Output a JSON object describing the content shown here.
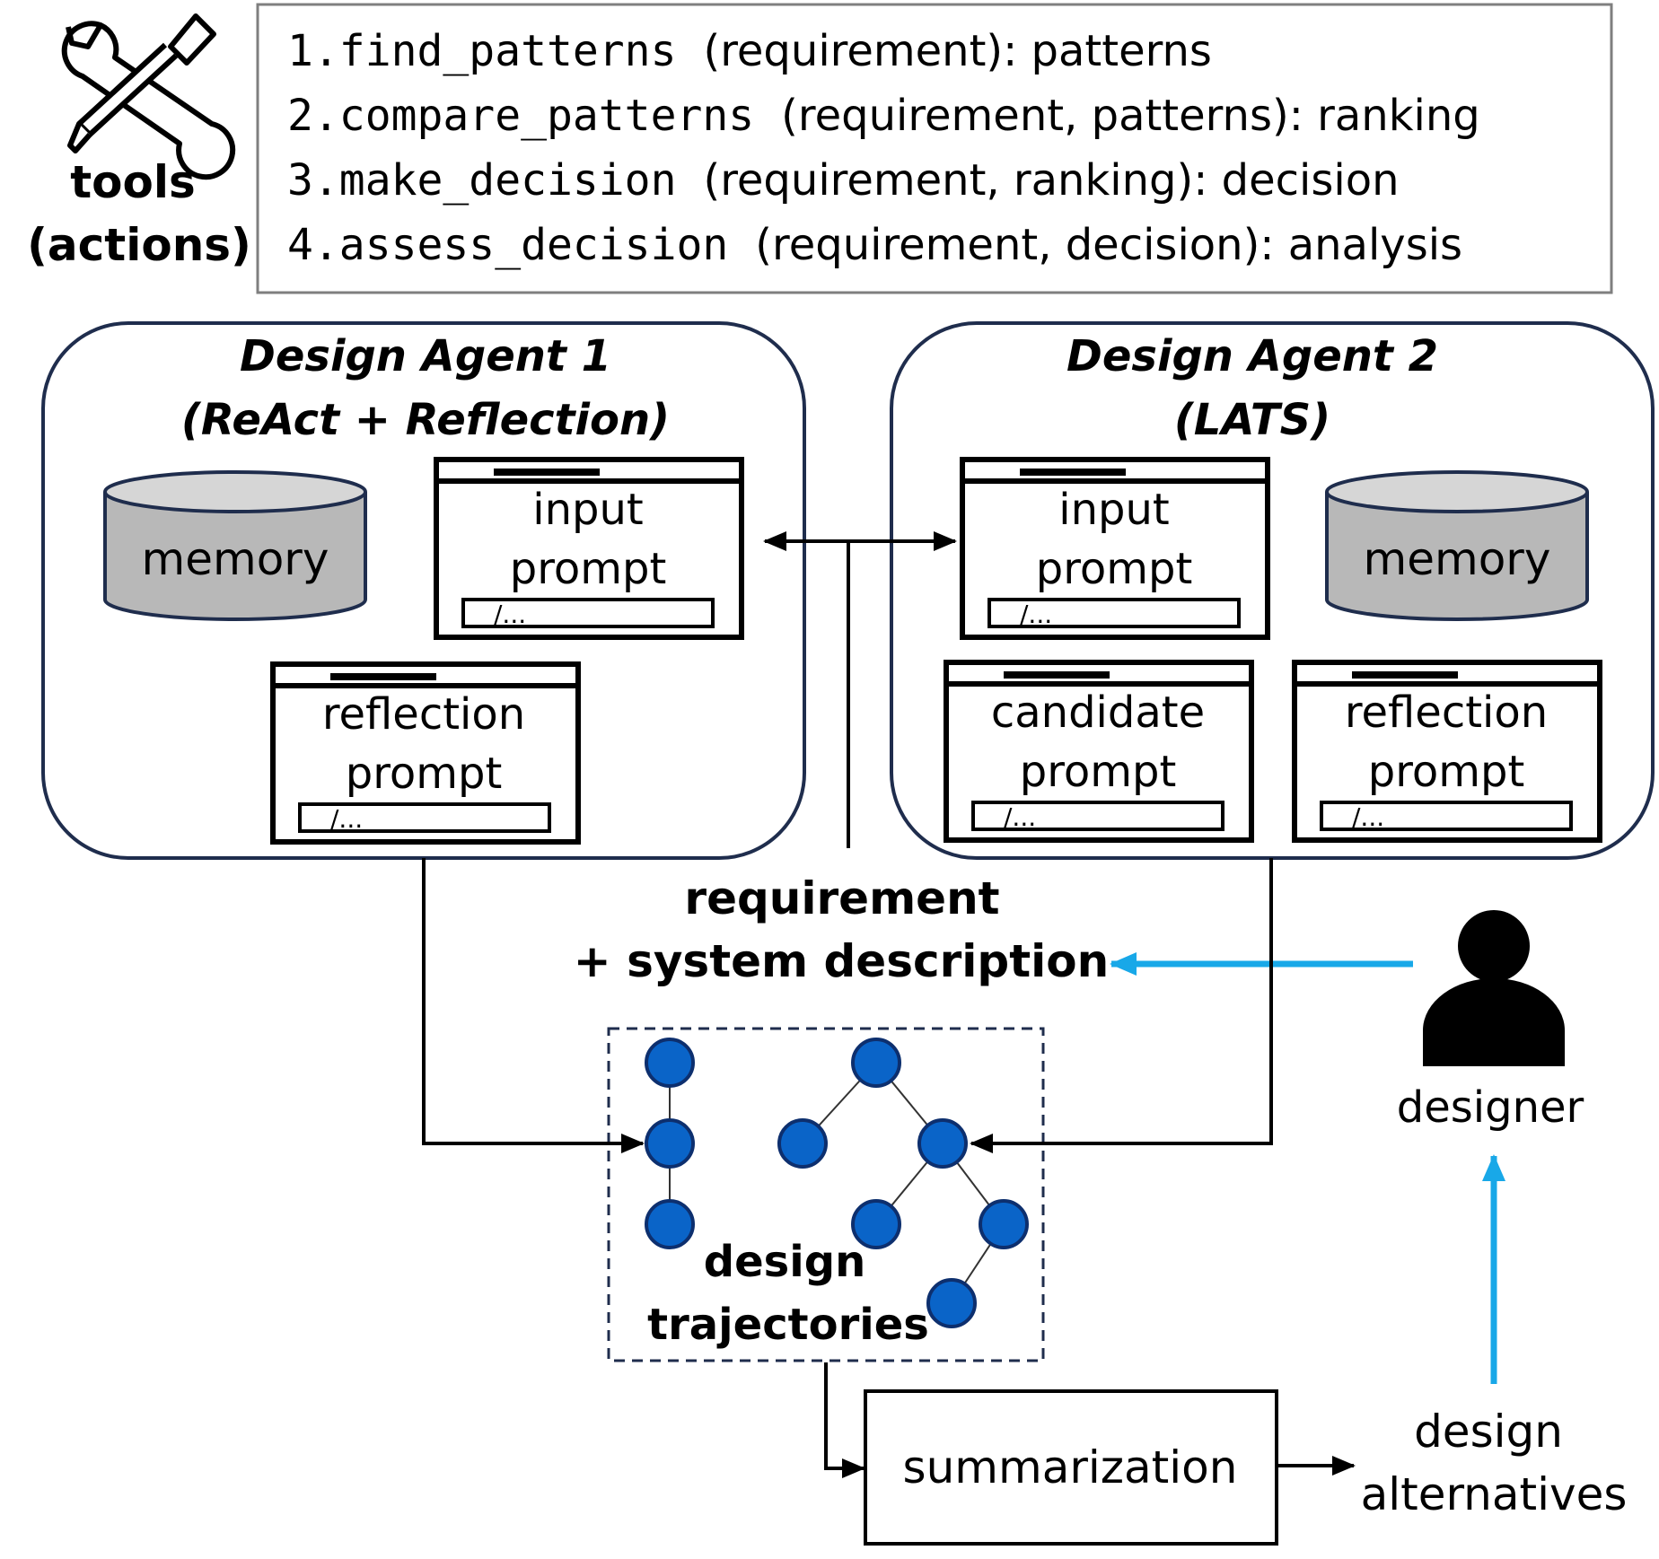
{
  "tools": {
    "icon": "wrench-screwdriver-icon",
    "label_line1": "tools",
    "label_line2": "(actions)",
    "items": [
      {
        "name": "1.find_patterns",
        "signature": "(requirement): patterns"
      },
      {
        "name": "2.compare_patterns",
        "signature": "(requirement, patterns): ranking"
      },
      {
        "name": "3.make_decision",
        "signature": "(requirement, ranking): decision"
      },
      {
        "name": "4.assess_decision",
        "signature": "(requirement, decision): analysis"
      }
    ]
  },
  "agent1": {
    "title_line1": "Design Agent 1",
    "title_line2": "(ReAct + Reflection)",
    "memory_label": "memory",
    "input_prompt": {
      "line1": "input",
      "line2": "prompt",
      "field": "/..."
    },
    "reflection_prompt": {
      "line1": "reflection",
      "line2": "prompt",
      "field": "/..."
    }
  },
  "agent2": {
    "title_line1": "Design Agent 2",
    "title_line2": "(LATS)",
    "memory_label": "memory",
    "input_prompt": {
      "line1": "input",
      "line2": "prompt",
      "field": "/..."
    },
    "candidate_prompt": {
      "line1": "candidate",
      "line2": "prompt",
      "field": "/..."
    },
    "reflection_prompt": {
      "line1": "reflection",
      "line2": "prompt",
      "field": "/..."
    }
  },
  "requirement": {
    "line1": "requirement",
    "line2": "+ system description"
  },
  "designer": {
    "icon": "person-icon",
    "label": "designer"
  },
  "trajectories": {
    "line1": "design",
    "line2": "trajectories"
  },
  "summarization": {
    "label": "summarization"
  },
  "alternatives": {
    "line1": "design",
    "line2": "alternatives"
  },
  "colors": {
    "agent_border": "#1f2d4d",
    "memory_fill": "#b8b8b8",
    "node_fill": "#0a64c8",
    "node_stroke": "#0d2f6e",
    "designer_arrow": "#18a8e8",
    "tools_border": "#7f7f7f"
  }
}
